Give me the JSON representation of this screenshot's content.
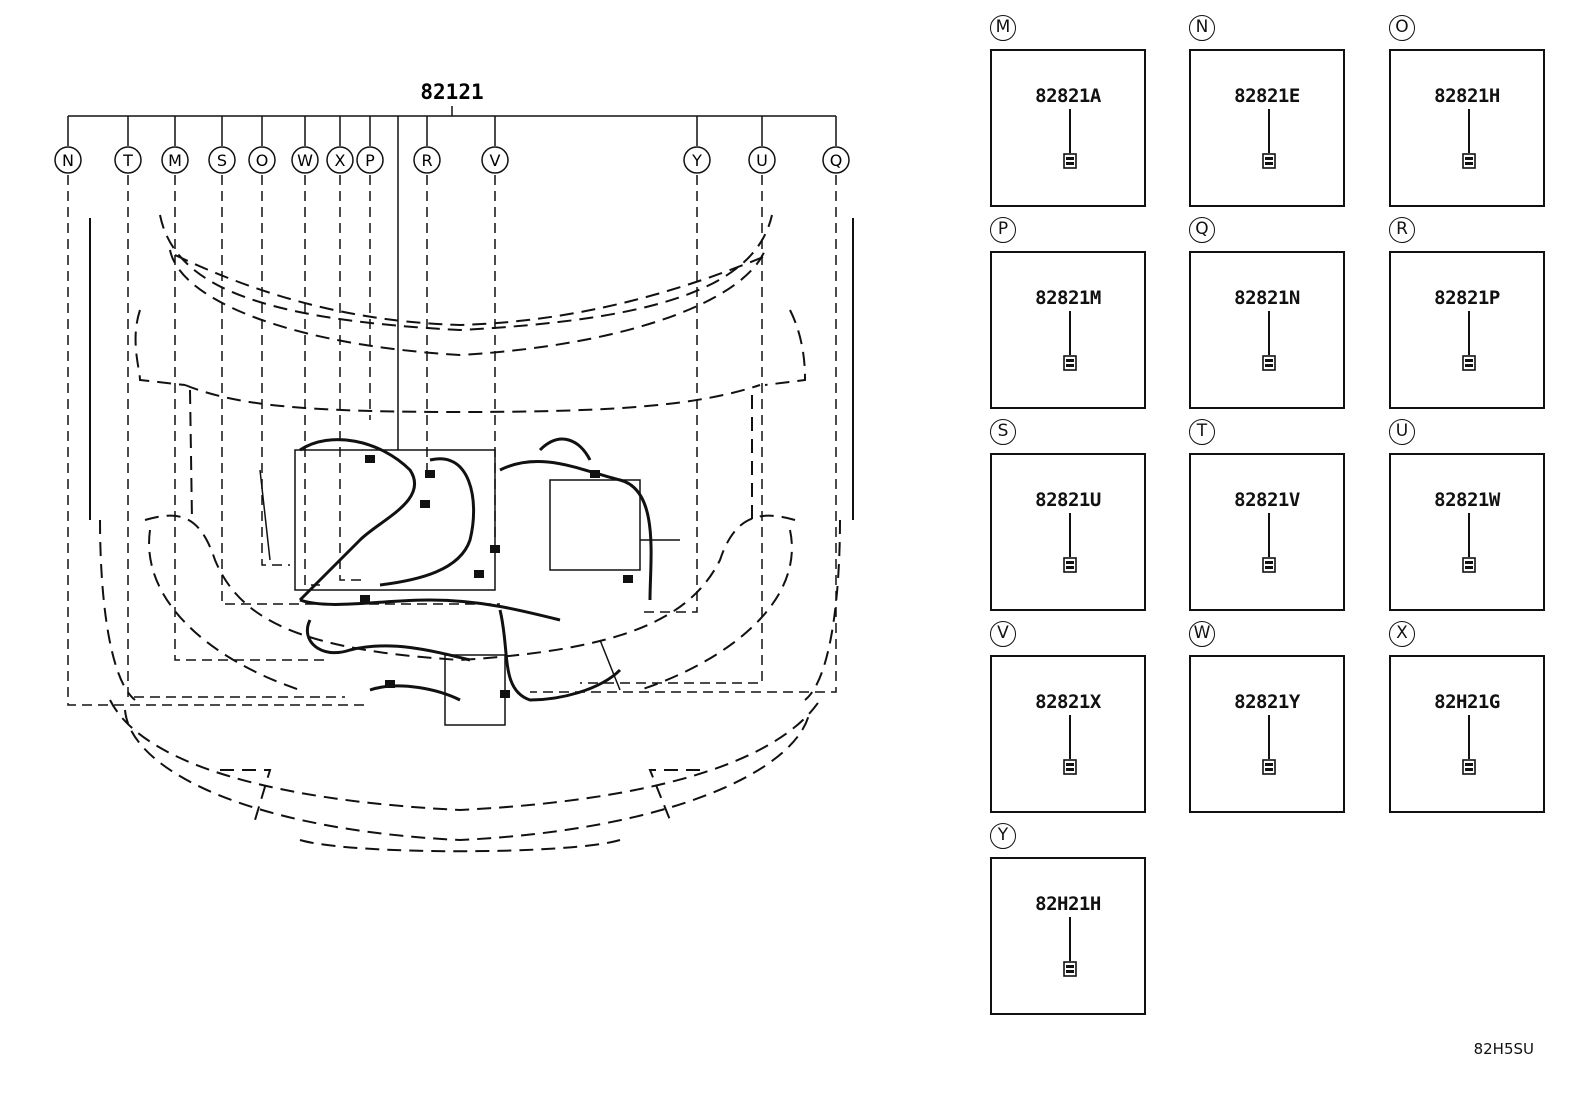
{
  "main_part_number": "82121",
  "callouts": [
    "N",
    "T",
    "M",
    "S",
    "O",
    "W",
    "X",
    "P",
    "R",
    "V",
    "Y",
    "U",
    "Q"
  ],
  "details": [
    {
      "letter": "M",
      "part": "82821A"
    },
    {
      "letter": "N",
      "part": "82821E"
    },
    {
      "letter": "O",
      "part": "82821H"
    },
    {
      "letter": "P",
      "part": "82821M"
    },
    {
      "letter": "Q",
      "part": "82821N"
    },
    {
      "letter": "R",
      "part": "82821P"
    },
    {
      "letter": "S",
      "part": "82821U"
    },
    {
      "letter": "T",
      "part": "82821V"
    },
    {
      "letter": "U",
      "part": "82821W"
    },
    {
      "letter": "V",
      "part": "82821X"
    },
    {
      "letter": "W",
      "part": "82821Y"
    },
    {
      "letter": "X",
      "part": "82H21G"
    },
    {
      "letter": "Y",
      "part": "82H21H"
    }
  ],
  "reference_code": "82H5SU"
}
